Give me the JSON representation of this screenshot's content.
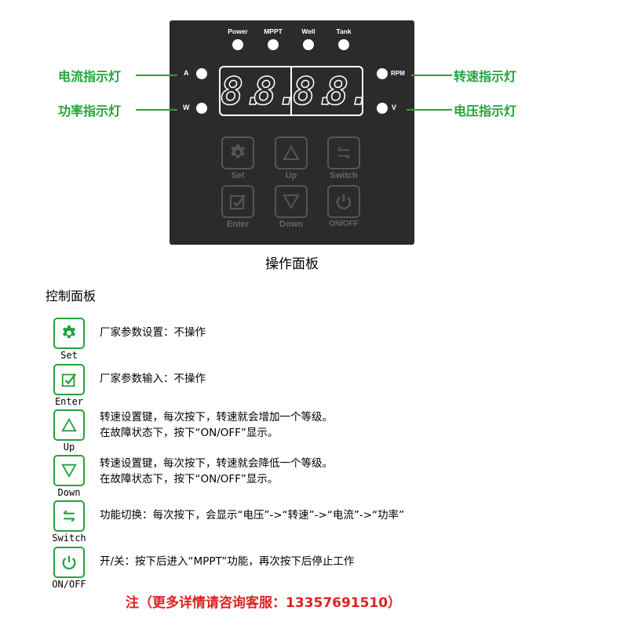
{
  "panel": {
    "top_leds": [
      "Power",
      "MPPT",
      "Well",
      "Tank"
    ],
    "left_leds": [
      "A",
      "W"
    ],
    "right_leds": [
      "RPM",
      "V"
    ],
    "display_digits": [
      "8.",
      "8.",
      "8.",
      "8."
    ],
    "buttons": [
      {
        "label": "Set",
        "icon": "gear-icon"
      },
      {
        "label": "Up",
        "icon": "triangle-up-icon"
      },
      {
        "label": "Switch",
        "icon": "swap-arrows-icon"
      },
      {
        "label": "Enter",
        "icon": "checkbox-icon"
      },
      {
        "label": "Down",
        "icon": "triangle-down-icon"
      },
      {
        "label": "ON/OFF",
        "icon": "power-icon"
      }
    ]
  },
  "callouts": {
    "current": "电流指示灯",
    "power": "功率指示灯",
    "speed": "转速指示灯",
    "voltage": "电压指示灯"
  },
  "caption": "操作面板",
  "section_title": "控制面板",
  "items": [
    {
      "label": "Set",
      "icon": "gear-icon",
      "lines": [
        "厂家参数设置：不操作"
      ]
    },
    {
      "label": "Enter",
      "icon": "checkbox-icon",
      "lines": [
        "厂家参数输入：不操作"
      ]
    },
    {
      "label": "Up",
      "icon": "triangle-up-icon",
      "lines": [
        "转速设置键，每次按下，转速就会增加一个等级。",
        "在故障状态下，按下“ON/OFF”显示。"
      ]
    },
    {
      "label": "Down",
      "icon": "triangle-down-icon",
      "lines": [
        "转速设置键，每次按下，转速就会降低一个等级。",
        "在故障状态下，按下“ON/OFF”显示。"
      ]
    },
    {
      "label": "Switch",
      "icon": "swap-arrows-icon",
      "lines": [
        "功能切换：每次按下，会显示“电压”->“转速”->“电流”->“功率”"
      ]
    },
    {
      "label": "ON/OFF",
      "icon": "power-icon",
      "lines": [
        "开/关：按下后进入“MPPT”功能，再次按下后停止工作"
      ]
    }
  ],
  "note": "注（更多详情请咨询客服：13357691510）",
  "colors": {
    "accent": "#24a33b",
    "panel": "#2b2b2b",
    "note": "#e02020"
  }
}
